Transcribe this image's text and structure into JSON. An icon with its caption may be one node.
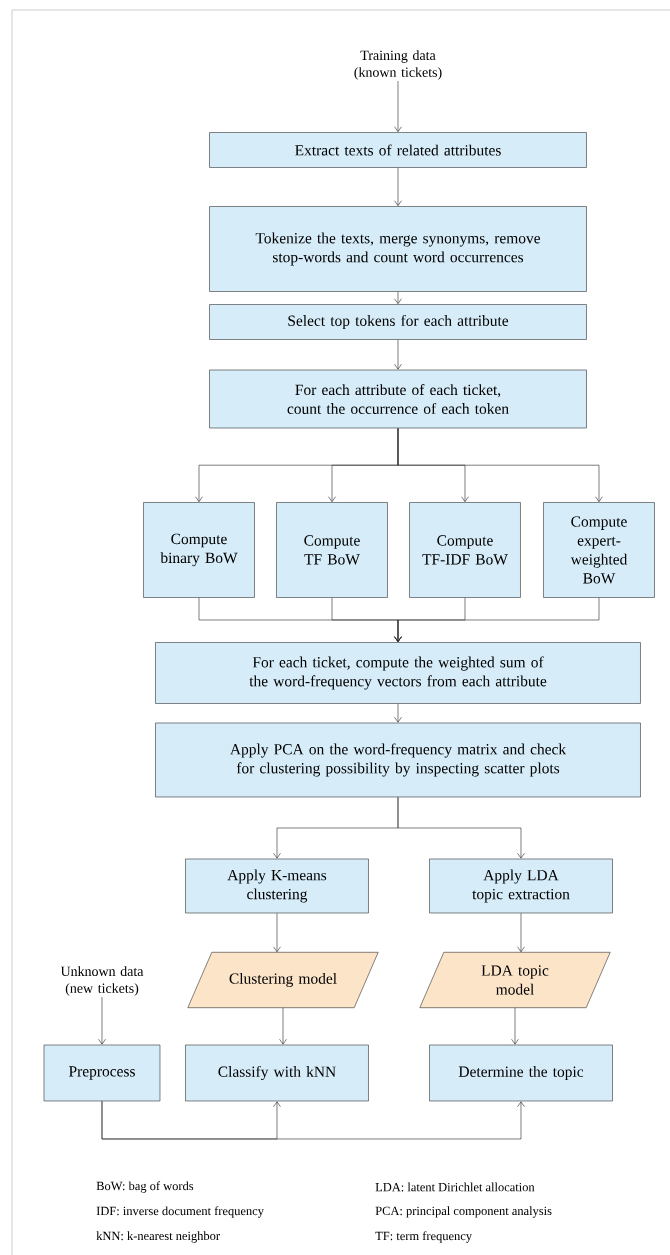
{
  "diagram": {
    "nodes": [
      {
        "text": [
          "Training data (known tickets)"
        ]
      },
      {
        "text": [
          "Extract texts of related attributes"
        ]
      },
      {
        "text": [
          "Tokenize the texts, merge synonyms, remove stop-words and count word occurrences"
        ]
      },
      {
        "text": [
          "Select top tokens for each attribute"
        ]
      },
      {
        "text": [
          "For each attribute of each ticket, count the occurrence of each token"
        ]
      },
      {
        "text": [
          "Compute binary BoW"
        ]
      },
      {
        "text": [
          "Compute TF BoW"
        ]
      },
      {
        "text": [
          "Compute TF-IDF BoW"
        ]
      },
      {
        "text": [
          "Compute expert-weighted BoW"
        ]
      },
      {
        "text": [
          "For each ticket, compute the weighted sum of the word-frequency vectors from each attribute"
        ]
      },
      {
        "text": [
          "Apply PCA on the word-frequency matrix and check for clustering possibility by inspecting scatter plots"
        ]
      },
      {
        "text": [
          "Apply K-means clustering"
        ]
      },
      {
        "text": [
          "Apply LDA topic extraction"
        ]
      },
      {
        "text": [
          "Clustering model"
        ]
      },
      {
        "text": [
          "LDA topic model"
        ]
      },
      {
        "text": [
          "Unknown data (new tickets)"
        ]
      },
      {
        "text": [
          "Preprocess"
        ]
      },
      {
        "text": [
          "Classify with kNN"
        ]
      },
      {
        "text": [
          "Determine the topic"
        ]
      }
    ],
    "edges": [
      {
        "from": 0,
        "to": 1,
        "arrow": "to"
      },
      {
        "from": 1,
        "to": 2,
        "arrow": "to"
      },
      {
        "from": 2,
        "to": 3,
        "arrow": "to"
      },
      {
        "from": 3,
        "to": 4,
        "arrow": "to"
      },
      {
        "from": 4,
        "to": 5,
        "arrow": "to"
      },
      {
        "from": 4,
        "to": 6,
        "arrow": "to"
      },
      {
        "from": 4,
        "to": 7,
        "arrow": "to"
      },
      {
        "from": 4,
        "to": 8,
        "arrow": "to"
      },
      {
        "from": 5,
        "to": 9,
        "arrow": "to"
      },
      {
        "from": 6,
        "to": 9,
        "arrow": "to"
      },
      {
        "from": 7,
        "to": 9,
        "arrow": "to"
      },
      {
        "from": 8,
        "to": 9,
        "arrow": "to"
      },
      {
        "from": 9,
        "to": 10,
        "arrow": "to"
      },
      {
        "from": 10,
        "to": 11,
        "arrow": "to"
      },
      {
        "from": 10,
        "to": 12,
        "arrow": "to"
      },
      {
        "from": 11,
        "to": 13,
        "arrow": "to"
      },
      {
        "from": 12,
        "to": 14,
        "arrow": "to"
      },
      {
        "from": 13,
        "to": 17,
        "arrow": "to"
      },
      {
        "from": 14,
        "to": 18,
        "arrow": "to"
      },
      {
        "from": 15,
        "to": 16,
        "arrow": "to"
      },
      {
        "from": 16,
        "to": 17,
        "arrow": "to"
      },
      {
        "from": 16,
        "to": 18,
        "arrow": "to"
      }
    ],
    "labels": [
      "BoW: bag of words",
      "LDA: latent Dirichlet allocation",
      "IDF: inverse document frequency",
      "PCA: principal component analysis",
      "kNN: k-nearest neighbor",
      "TF: term frequency"
    ]
  }
}
